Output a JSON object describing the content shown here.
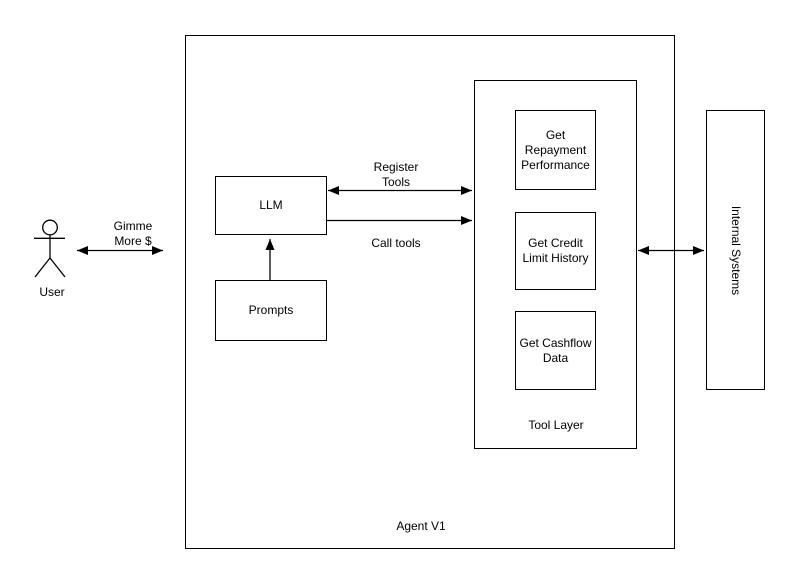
{
  "diagram": {
    "agent_box_label": "Agent V1",
    "user": {
      "label": "User",
      "message": "Gimme\nMore $"
    },
    "llm_label": "LLM",
    "prompts_label": "Prompts",
    "connectors": {
      "register_tools": "Register\nTools",
      "call_tools": "Call tools"
    },
    "tool_layer": {
      "label": "Tool Layer",
      "tools": [
        {
          "label": "Get\nRepayment\nPerformance"
        },
        {
          "label": "Get Credit\nLimit History"
        },
        {
          "label": "Get Cashflow\nData"
        }
      ]
    },
    "internal_systems_label": "Internal Systems",
    "colors": {
      "stroke": "#000000",
      "background": "#ffffff"
    }
  }
}
